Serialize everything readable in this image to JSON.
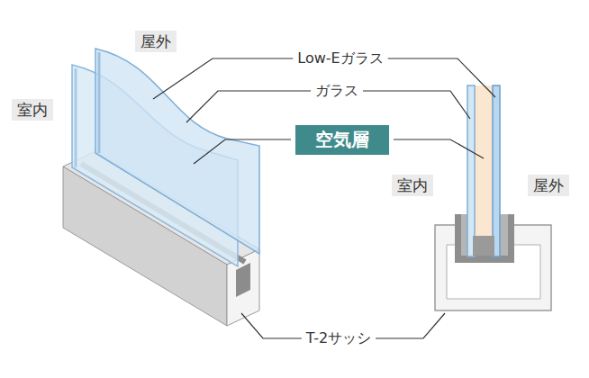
{
  "diagram": {
    "nodes": [
      {
        "text": [
          "空気層"
        ]
      }
    ],
    "labels": [
      "屋外",
      "室内",
      "Low-Eガラス",
      "ガラス",
      "室内",
      "屋外",
      "T-2サッシ"
    ]
  }
}
